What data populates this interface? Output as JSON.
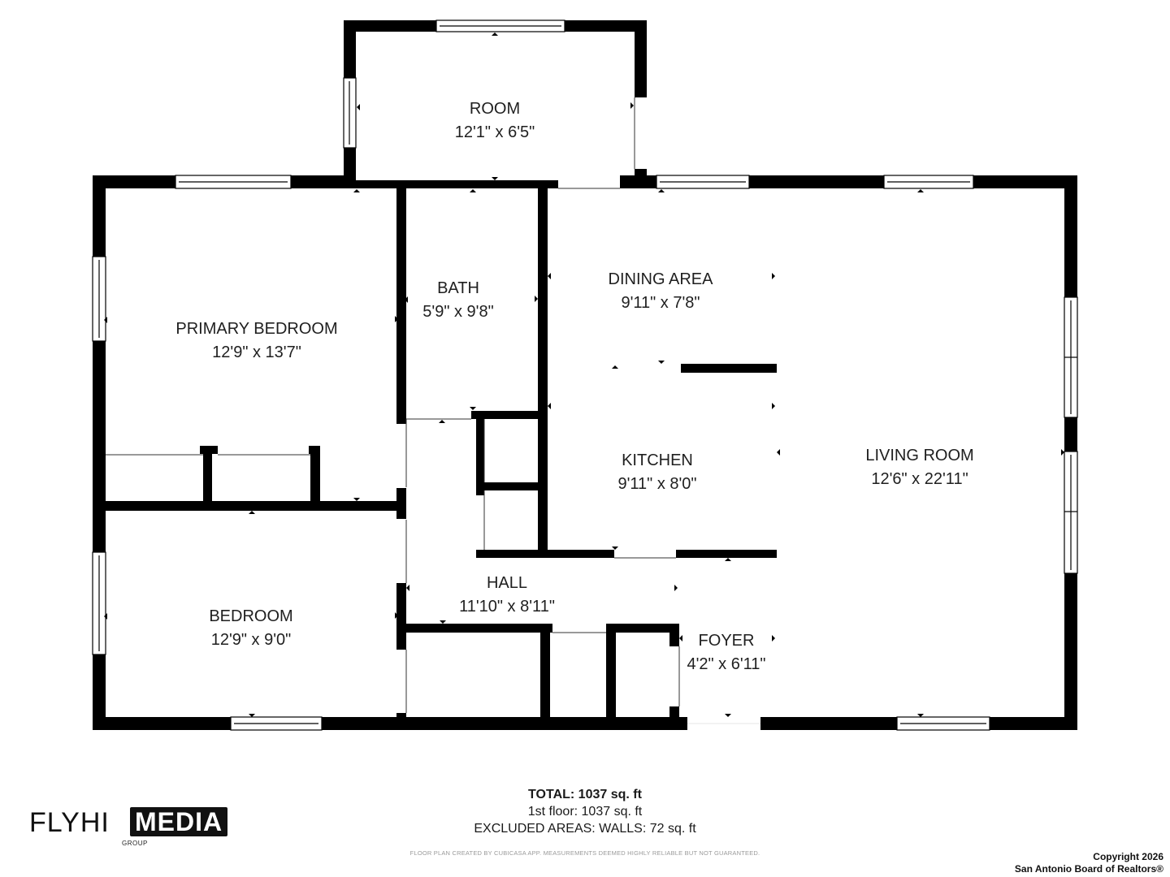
{
  "rooms": {
    "room": {
      "name": "ROOM",
      "dims": "12'1\" x 6'5\""
    },
    "bath": {
      "name": "BATH",
      "dims": "5'9\" x 9'8\""
    },
    "dining": {
      "name": "DINING AREA",
      "dims": "9'11\" x 7'8\""
    },
    "primary": {
      "name": "PRIMARY BEDROOM",
      "dims": "12'9\" x 13'7\""
    },
    "kitchen": {
      "name": "KITCHEN",
      "dims": "9'11\" x 8'0\""
    },
    "living": {
      "name": "LIVING ROOM",
      "dims": "12'6\" x 22'11\""
    },
    "hall": {
      "name": "HALL",
      "dims": "11'10\" x 8'11\""
    },
    "bedroom": {
      "name": "BEDROOM",
      "dims": "12'9\" x 9'0\""
    },
    "foyer": {
      "name": "FOYER",
      "dims": "4'2\" x 6'11\""
    }
  },
  "totals": {
    "total": "TOTAL: 1037 sq. ft",
    "floor1": "1st floor: 1037 sq. ft",
    "excluded": "EXCLUDED AREAS: WALLS: 72 sq. ft"
  },
  "disclaimer": "FLOOR PLAN CREATED BY CUBICASA APP. MEASUREMENTS DEEMED HIGHLY RELIABLE BUT NOT GUARANTEED.",
  "logo": {
    "fly": "FLYHI",
    "media": "MEDIA",
    "group": "GROUP"
  },
  "copyright": {
    "line1": "Copyright 2026",
    "line2": "San Antonio Board of Realtors®"
  },
  "colors": {
    "wall": "#000000",
    "window": "#ffffff",
    "background": "#ffffff"
  }
}
